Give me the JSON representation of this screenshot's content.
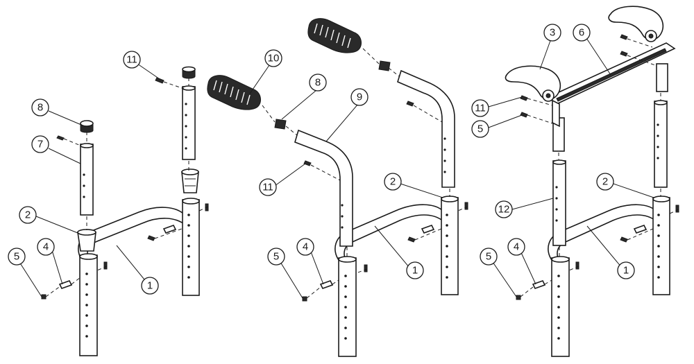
{
  "callouts": [
    {
      "id": "c1",
      "label": "11"
    },
    {
      "id": "c2",
      "label": "8"
    },
    {
      "id": "c3",
      "label": "7"
    },
    {
      "id": "c4",
      "label": "2"
    },
    {
      "id": "c5",
      "label": "5"
    },
    {
      "id": "c6",
      "label": "4"
    },
    {
      "id": "c7",
      "label": "1"
    },
    {
      "id": "c8",
      "label": "10"
    },
    {
      "id": "c9",
      "label": "8"
    },
    {
      "id": "c10",
      "label": "9"
    },
    {
      "id": "c11",
      "label": "11"
    },
    {
      "id": "c12",
      "label": "2"
    },
    {
      "id": "c13",
      "label": "5"
    },
    {
      "id": "c14",
      "label": "4"
    },
    {
      "id": "c15",
      "label": "1"
    },
    {
      "id": "c16",
      "label": "3"
    },
    {
      "id": "c17",
      "label": "6"
    },
    {
      "id": "c18",
      "label": "11"
    },
    {
      "id": "c19",
      "label": "5"
    },
    {
      "id": "c20",
      "label": "12"
    },
    {
      "id": "c21",
      "label": "2"
    },
    {
      "id": "c22",
      "label": "5"
    },
    {
      "id": "c23",
      "label": "4"
    },
    {
      "id": "c24",
      "label": "1"
    }
  ]
}
